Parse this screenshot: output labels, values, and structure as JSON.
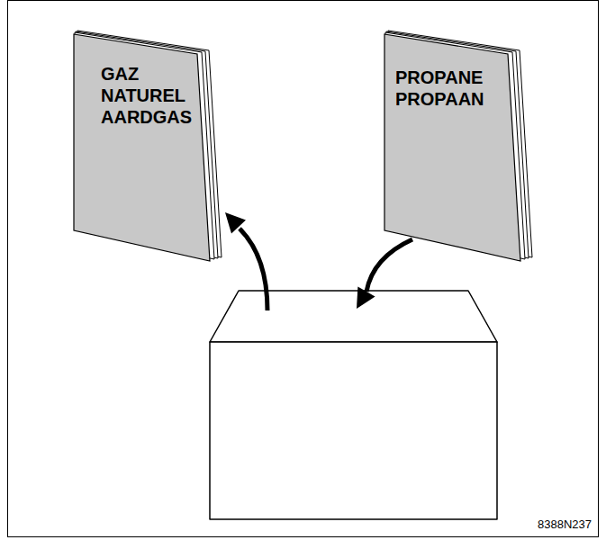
{
  "diagram": {
    "nodes": [
      {
        "text": [
          "GAZ NATUREL AARDGAS"
        ]
      },
      {
        "text": [
          "PROPANE PROPAAN"
        ]
      }
    ],
    "labels": [
      "8388N237"
    ]
  }
}
